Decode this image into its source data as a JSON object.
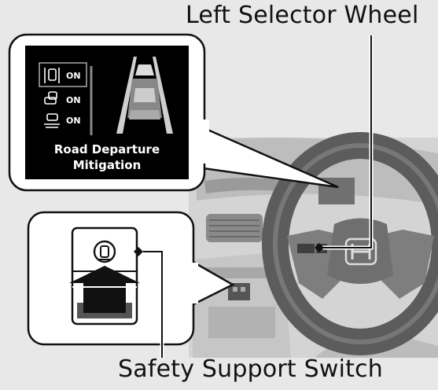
{
  "labels": {
    "left_selector_wheel": "Left Selector Wheel",
    "safety_support_switch": "Safety Support Switch"
  },
  "display": {
    "rows": [
      {
        "icon": "lane-keep-icon",
        "status": "ON"
      },
      {
        "icon": "collision-mitigation-icon",
        "status": "ON"
      },
      {
        "icon": "road-departure-icon",
        "status": "ON"
      }
    ],
    "caption_line1": "Road Departure",
    "caption_line2": "Mitigation"
  },
  "colors": {
    "background": "#e8e8e8",
    "display_bg": "#000000",
    "arrow": "#111111",
    "callout_bg": "#ffffff"
  }
}
